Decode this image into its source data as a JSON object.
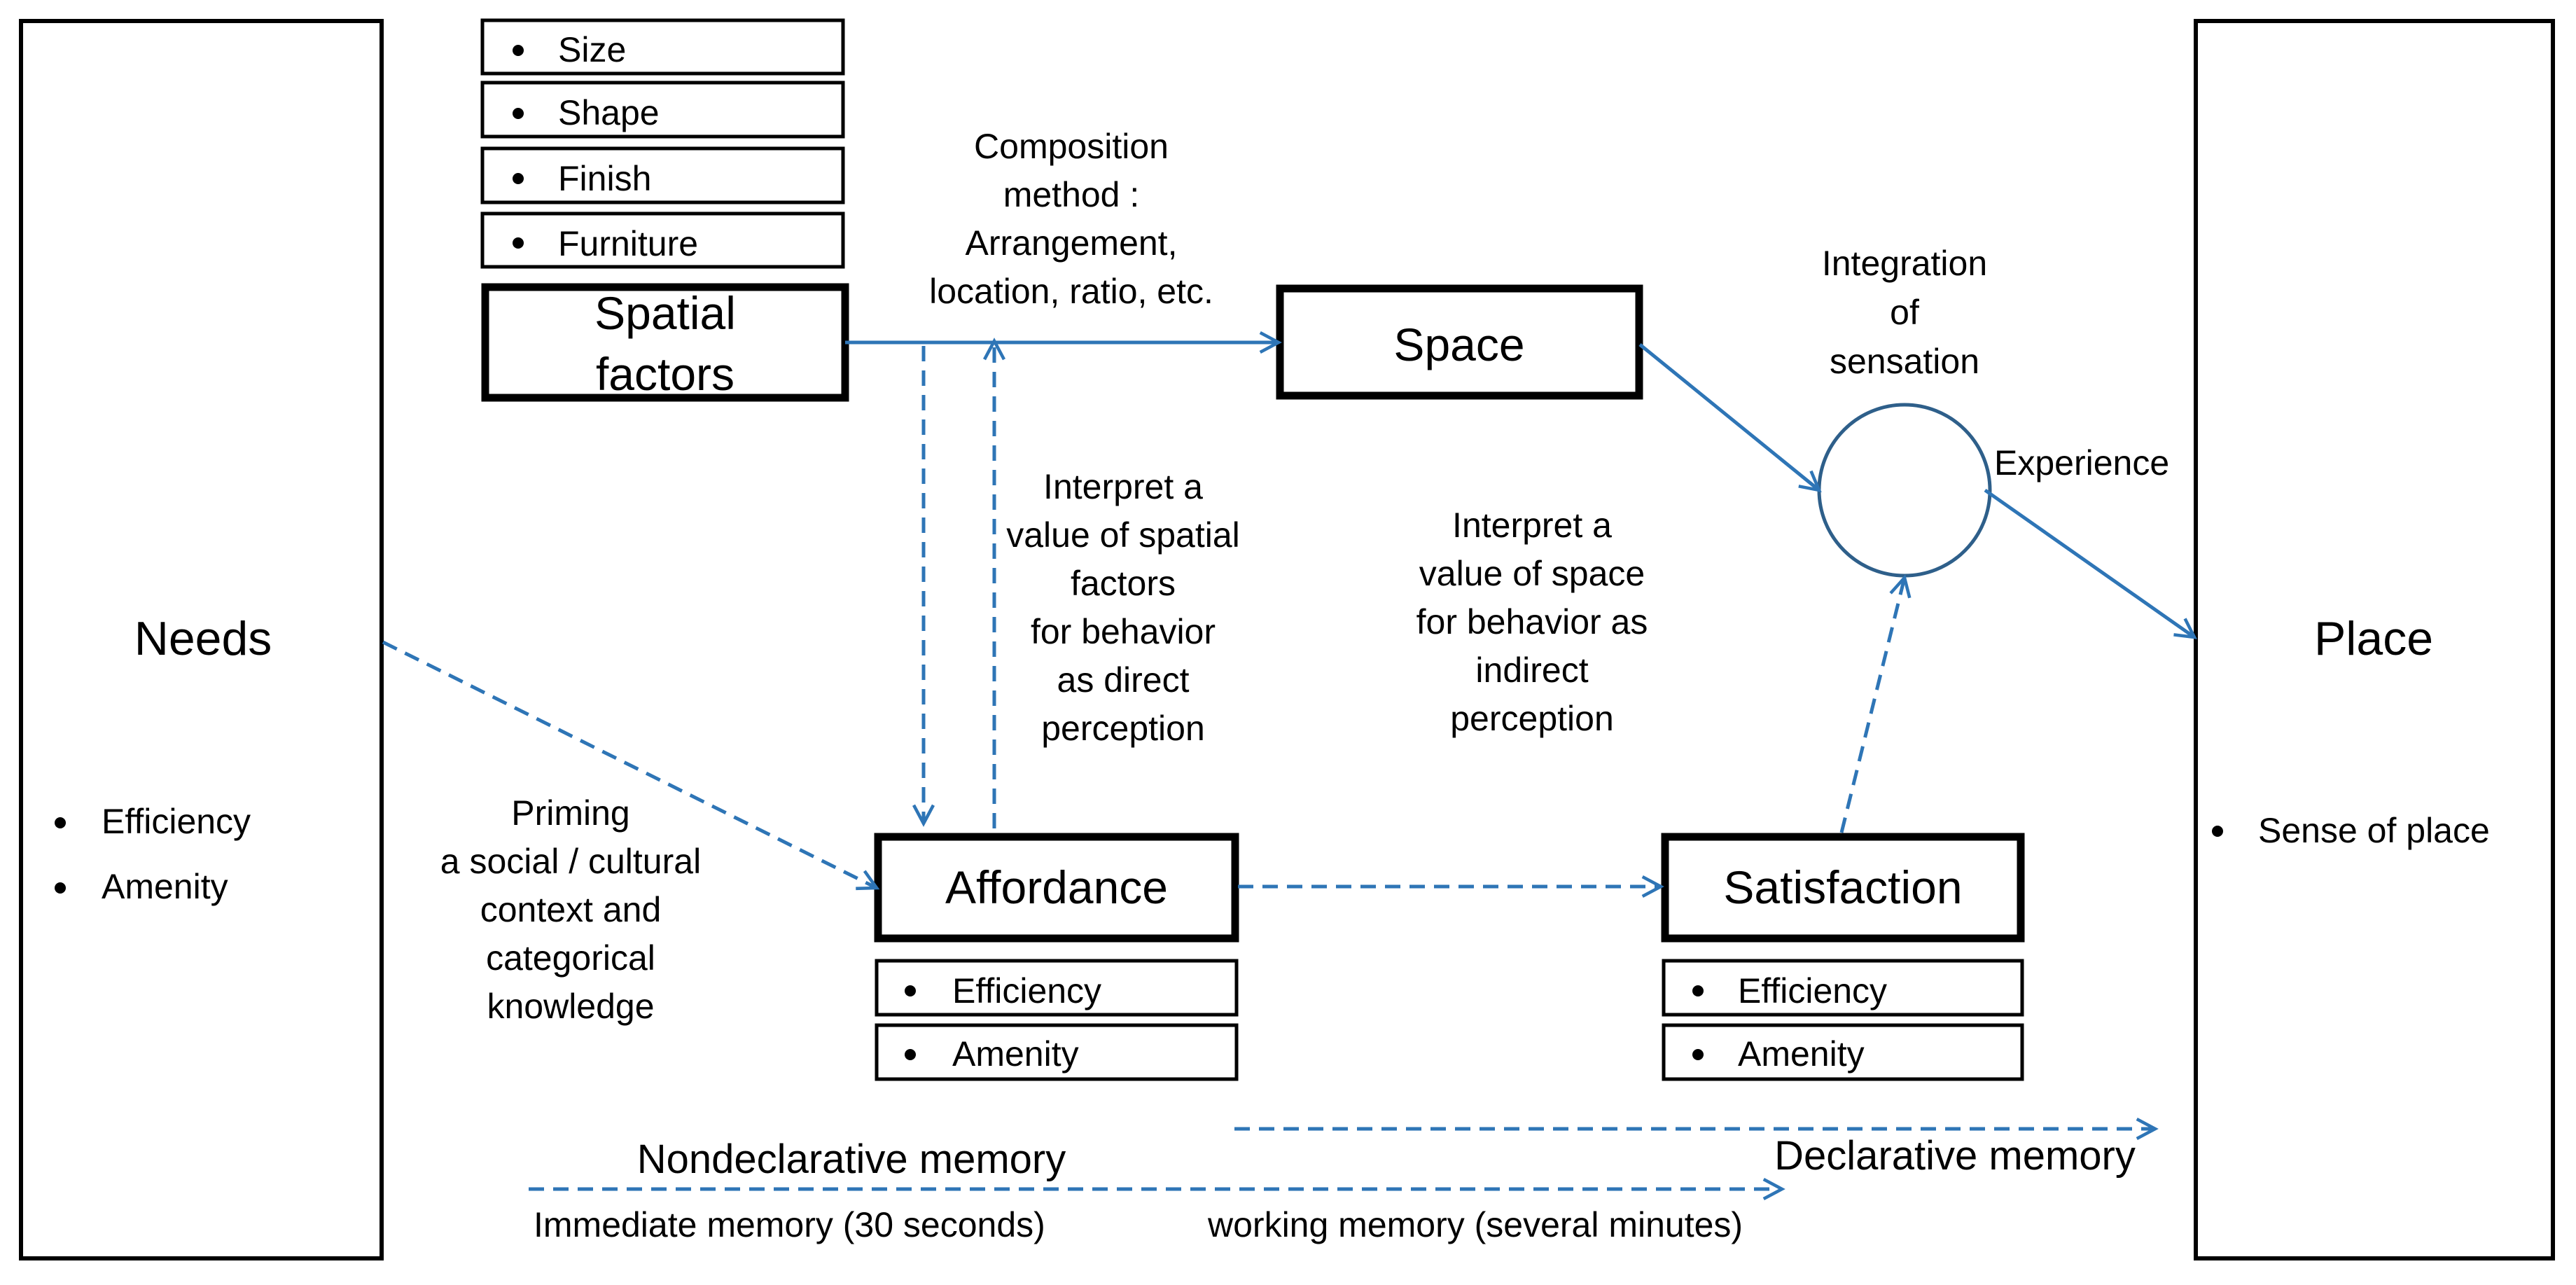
{
  "colors": {
    "arrow": "#2e75b6",
    "circle": "#2e5f8a",
    "stroke": "#000000",
    "background": "#ffffff"
  },
  "needs": {
    "title": "Needs",
    "items": [
      "Efficiency",
      "Amenity"
    ]
  },
  "place": {
    "title": "Place",
    "items": [
      "Sense of place"
    ]
  },
  "spatial_factors": {
    "title_line1": "Spatial",
    "title_line2": "factors",
    "items": [
      "Size",
      "Shape",
      "Finish",
      "Furniture"
    ]
  },
  "space": {
    "title": "Space"
  },
  "affordance": {
    "title": "Affordance",
    "items": [
      "Efficiency",
      "Amenity"
    ]
  },
  "satisfaction": {
    "title": "Satisfaction",
    "items": [
      "Efficiency",
      "Amenity"
    ]
  },
  "composition_label": [
    "Composition",
    "method :",
    "Arrangement,",
    "location, ratio, etc."
  ],
  "direct_perception_label": [
    "Interpret a",
    "value of spatial",
    "factors",
    "for behavior",
    "as direct",
    "perception"
  ],
  "indirect_perception_label": [
    "Interpret a",
    "value of space",
    "for behavior as",
    "indirect",
    "perception"
  ],
  "integration_label": [
    "Integration",
    "of",
    "sensation"
  ],
  "experience_label": "Experience",
  "priming_label": [
    "Priming",
    "a social / cultural",
    "context and",
    "categorical",
    "knowledge"
  ],
  "memory": {
    "nondeclarative": "Nondeclarative memory",
    "declarative": "Declarative memory",
    "immediate": "Immediate memory (30 seconds)",
    "working": "working memory (several minutes)"
  }
}
